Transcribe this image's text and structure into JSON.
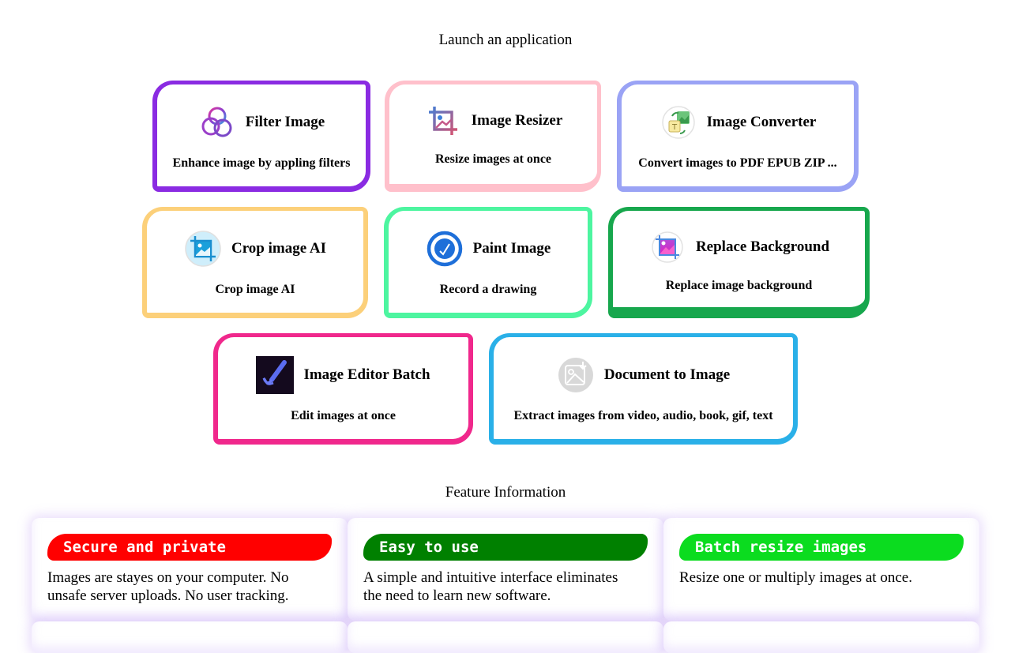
{
  "launch": {
    "title": "Launch an application",
    "apps": [
      {
        "title": "Filter Image",
        "desc": "Enhance image by appling filters",
        "icon": "filter-circles-icon",
        "border_color": "#8a2be2"
      },
      {
        "title": "Image Resizer",
        "desc": "Resize images at once",
        "icon": "crop-resize-icon",
        "border_color": "#ffc0cb"
      },
      {
        "title": "Image Converter",
        "desc": "Convert images to PDF EPUB ZIP ...",
        "icon": "convert-icon",
        "border_color": "#9aa3f5"
      },
      {
        "title": "Crop image AI",
        "desc": "Crop image AI",
        "icon": "crop-image-icon",
        "border_color": "#fcd07a"
      },
      {
        "title": "Paint Image",
        "desc": "Record a drawing",
        "icon": "paint-brush-icon",
        "border_color": "#4df5a0"
      },
      {
        "title": "Replace Background",
        "desc": "Replace image background",
        "icon": "replace-background-icon",
        "border_color": "#17a74d"
      },
      {
        "title": "Image Editor Batch",
        "desc": "Edit images at once",
        "icon": "editor-brush-icon",
        "border_color": "#f0288c"
      },
      {
        "title": "Document to Image",
        "desc": "Extract images from video, audio, book, gif, text",
        "icon": "document-image-icon",
        "border_color": "#2ab0e8"
      }
    ]
  },
  "features": {
    "title": "Feature Information",
    "items": [
      {
        "label": "Secure and private",
        "text": "Images are stayes on your computer. No unsafe server uploads. No user tracking.",
        "color": "#ff0000"
      },
      {
        "label": "Easy to use",
        "text": "A simple and intuitive interface eliminates the need to learn new software.",
        "color": "#008000"
      },
      {
        "label": "Batch resize images",
        "text": "Resize one or multiply images at once.",
        "color": "#0bdc1f"
      }
    ]
  }
}
